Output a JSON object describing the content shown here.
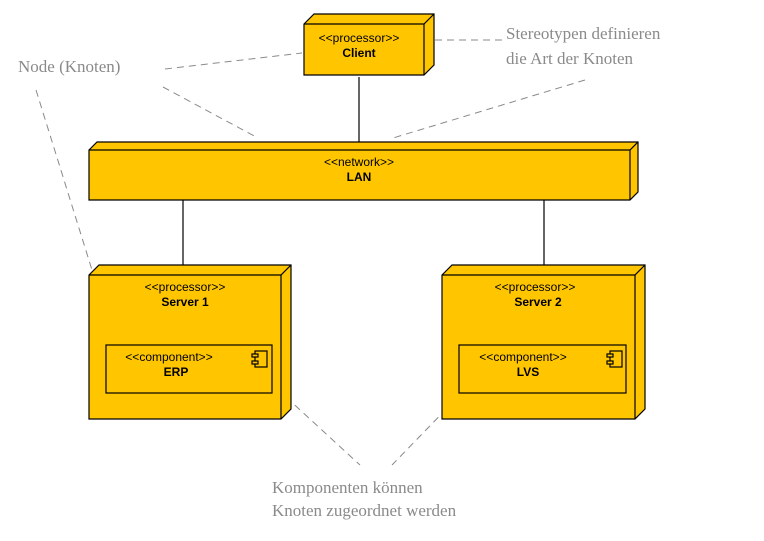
{
  "colors": {
    "node_fill": "#FFC600",
    "node_stroke": "#000000",
    "annotation_text": "#8a8a8a"
  },
  "nodes": {
    "client": {
      "stereotype": "<<processor>>",
      "name": "Client"
    },
    "lan": {
      "stereotype": "<<network>>",
      "name": "LAN"
    },
    "server1": {
      "stereotype": "<<processor>>",
      "name": "Server 1"
    },
    "server2": {
      "stereotype": "<<processor>>",
      "name": "Server 2"
    }
  },
  "components": {
    "erp": {
      "stereotype": "<<component>>",
      "name": "ERP",
      "icon": "component-icon"
    },
    "lvs": {
      "stereotype": "<<component>>",
      "name": "LVS",
      "icon": "component-icon"
    }
  },
  "annotations": {
    "node": [
      "Node (Knoten)"
    ],
    "stereotypes": [
      "Stereotypen definieren",
      "die Art der Knoten"
    ],
    "components": [
      "Komponenten können",
      "Knoten zugeordnet werden"
    ]
  }
}
